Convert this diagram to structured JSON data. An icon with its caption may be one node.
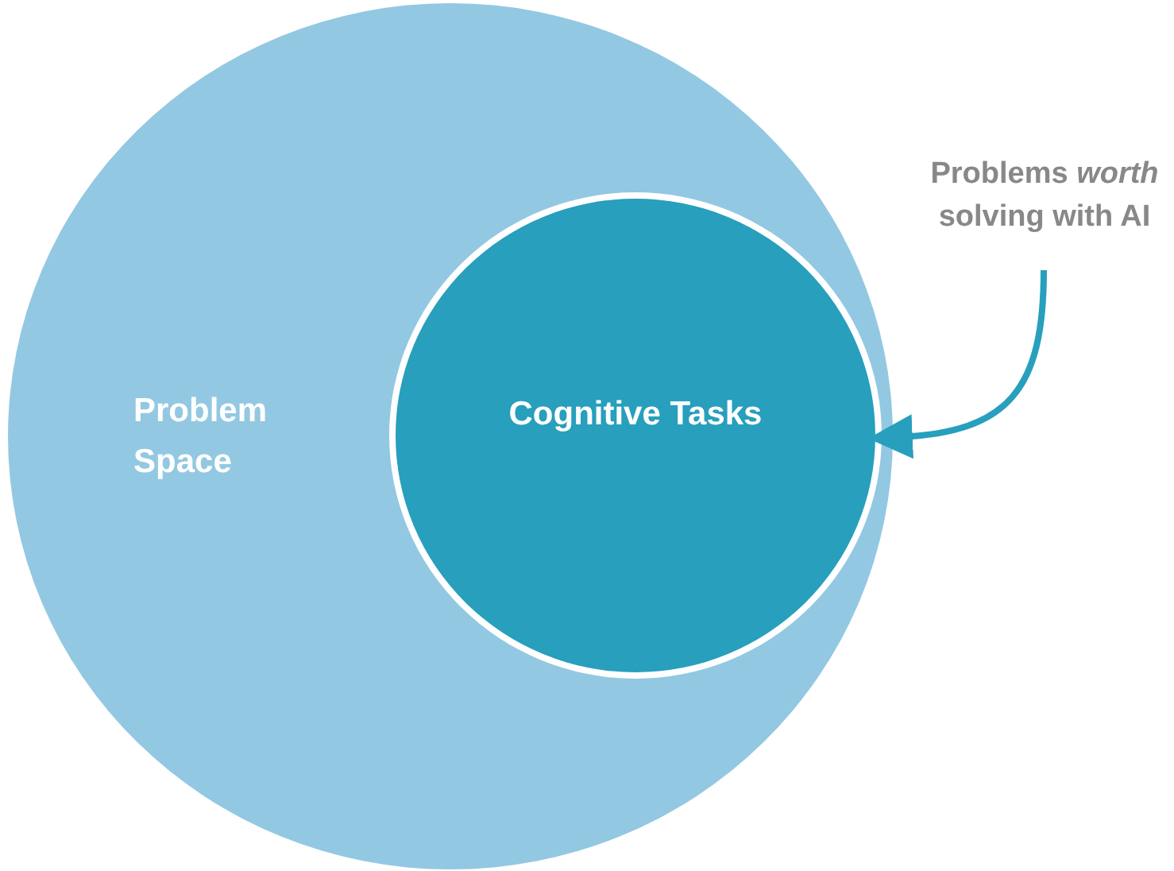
{
  "diagram": {
    "nodes": [
      {
        "text": [
          "Problem Space"
        ]
      },
      {
        "text": [
          "Cognitive Tasks"
        ],
        "in": 0
      },
      {
        "text": [
          "Problems *worth* solving with AI"
        ]
      }
    ],
    "edges": [
      {
        "from": 2,
        "to": 1,
        "arrow": "to"
      }
    ]
  }
}
